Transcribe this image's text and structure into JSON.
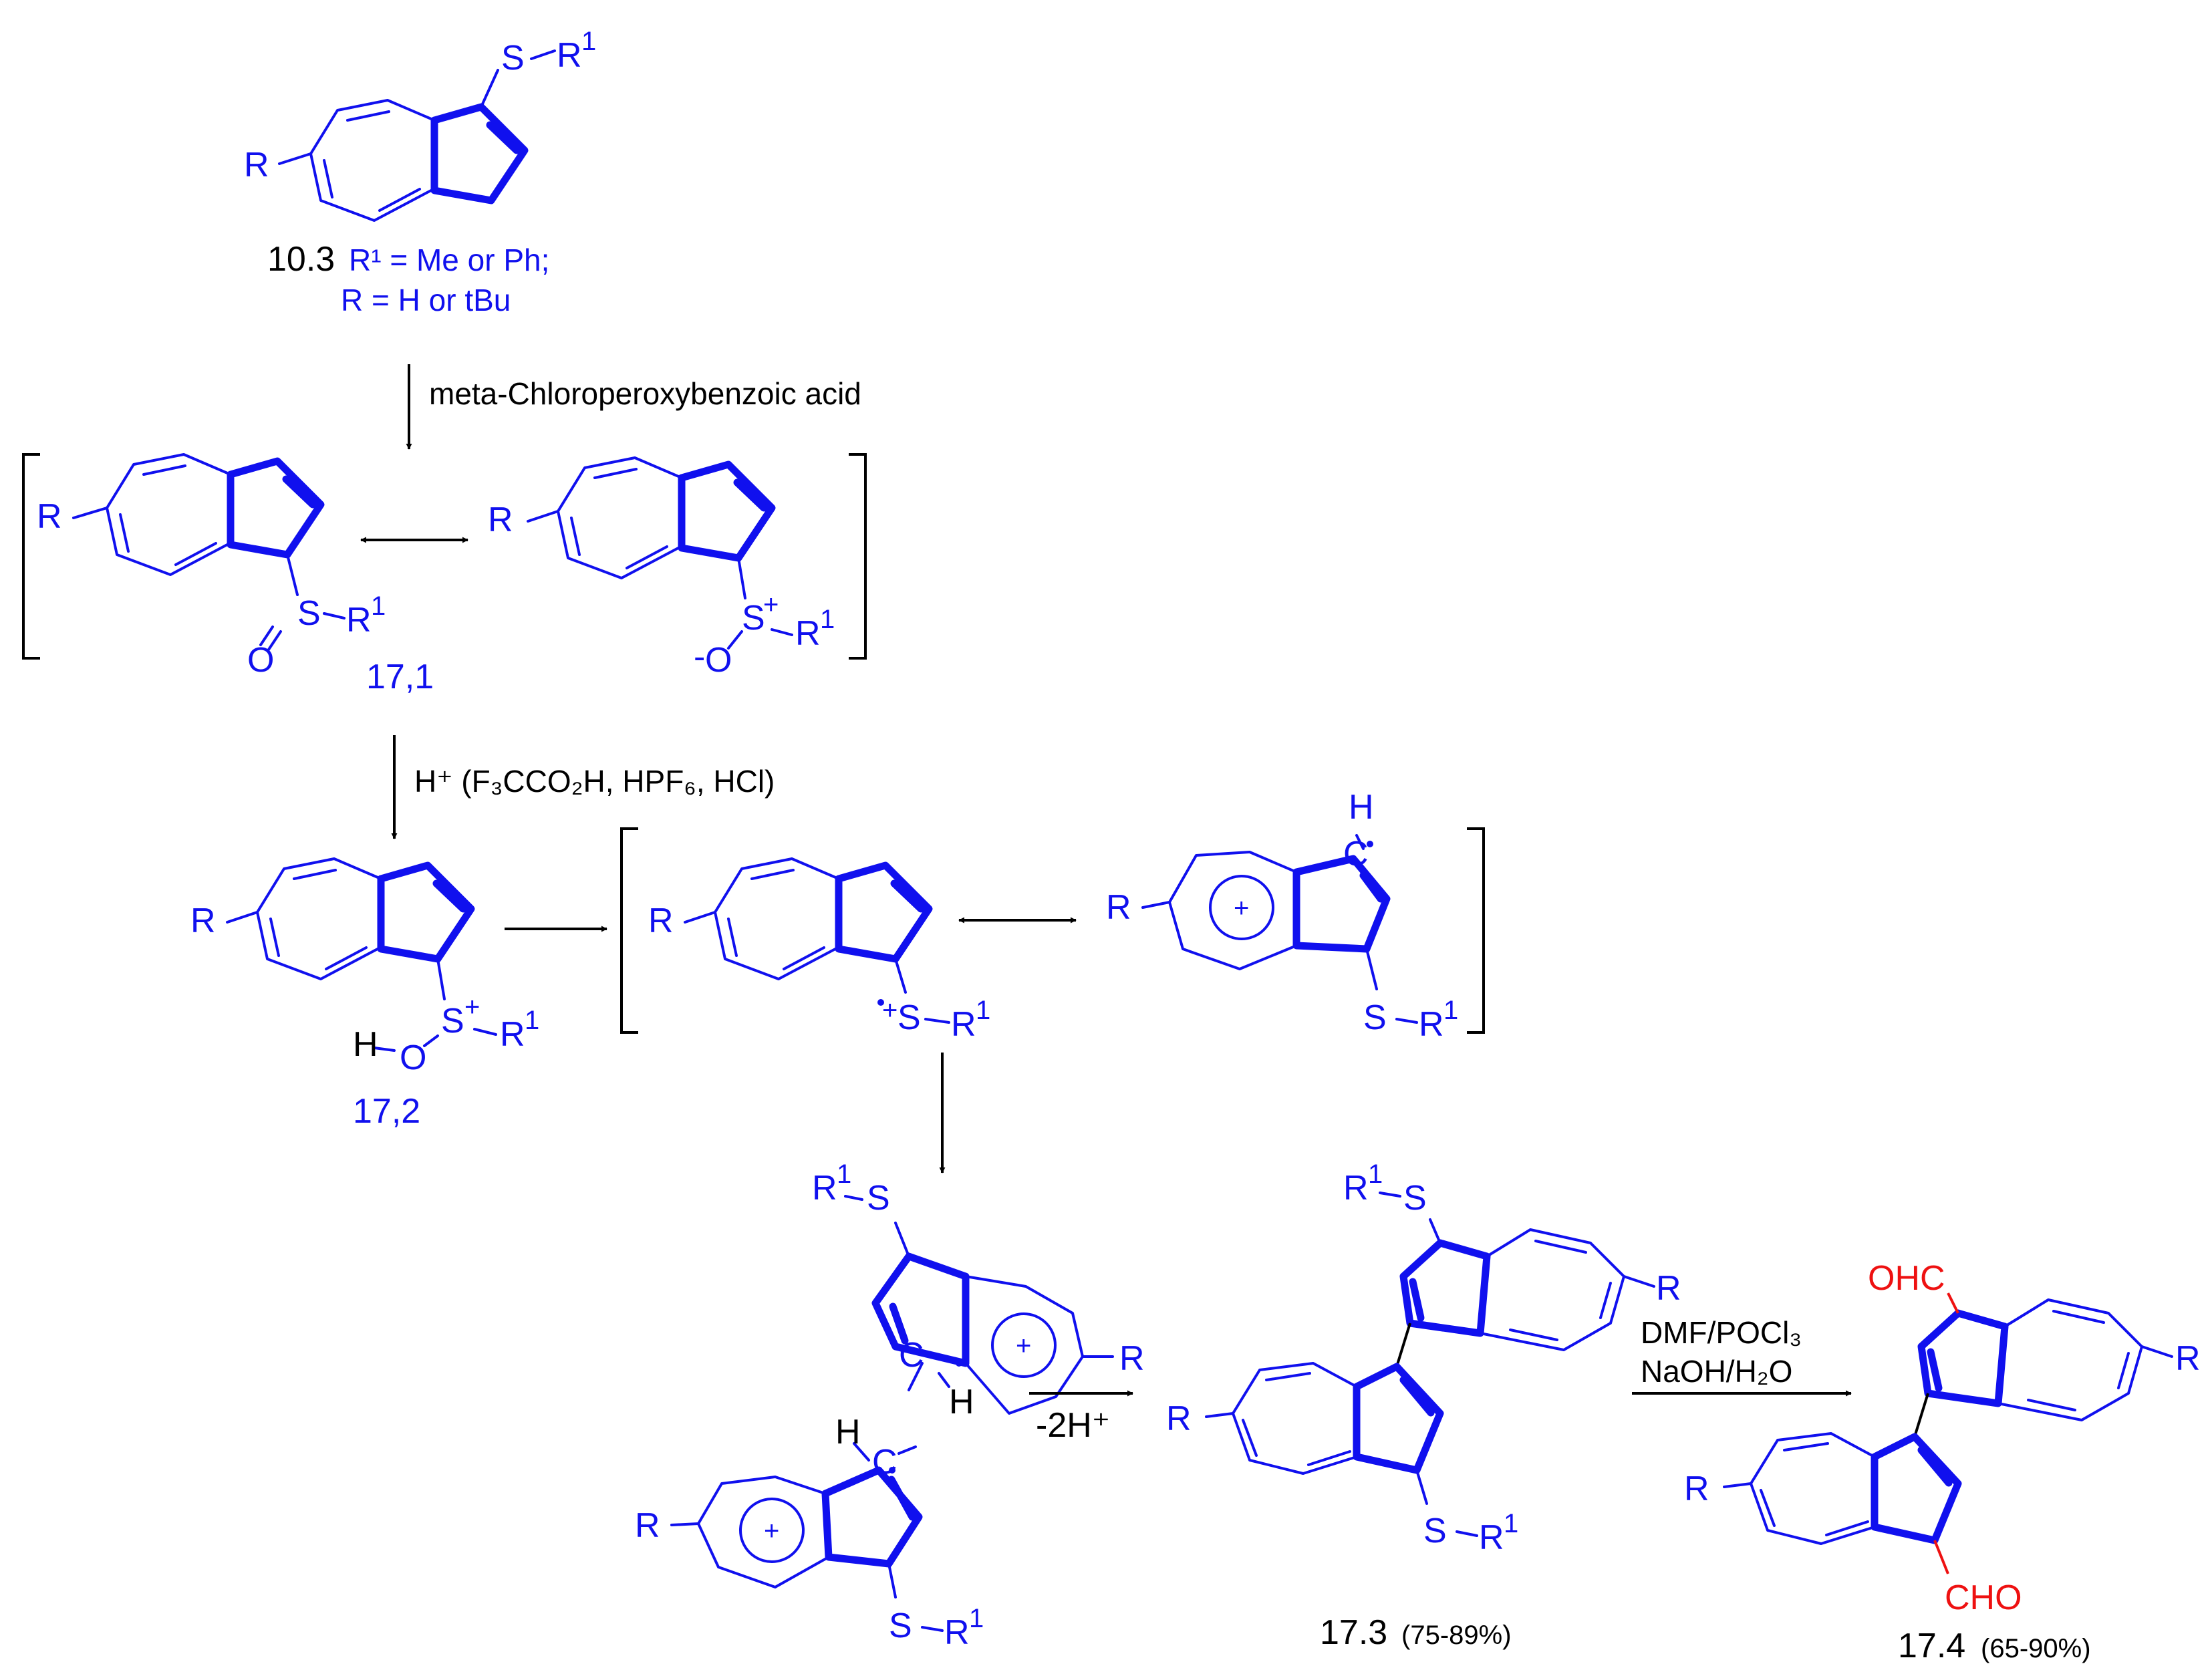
{
  "compounds": {
    "c10_3": {
      "label": "10.3",
      "def_r1": "R¹ = Me or Ph;",
      "def_r": "R = H or tBu"
    },
    "c17_1": {
      "label": "17,1"
    },
    "c17_2": {
      "label": "17,2"
    },
    "c17_3": {
      "label": "17.3",
      "yield": "(75-89%)"
    },
    "c17_4": {
      "label": "17.4",
      "yield": "(65-90%)"
    }
  },
  "reagents": {
    "step1": "meta-Chloroperoxybenzoic acid",
    "step2": "H⁺ (F₃CCO₂H, HPF₆, HCl)",
    "step5": "-2H⁺",
    "step6a": "DMF/POCl₃",
    "step6b": "NaOH/H₂O"
  },
  "atoms": {
    "R": "R",
    "S": "S",
    "O": "O",
    "H": "H",
    "C": "C",
    "R1": "R",
    "sup1": "1",
    "plus": "+",
    "minus": "-",
    "CHO": "CHO",
    "OHC": "OHC"
  },
  "colors": {
    "structure": "#1010ee",
    "text": "#000000",
    "highlight": "#ee1111"
  }
}
